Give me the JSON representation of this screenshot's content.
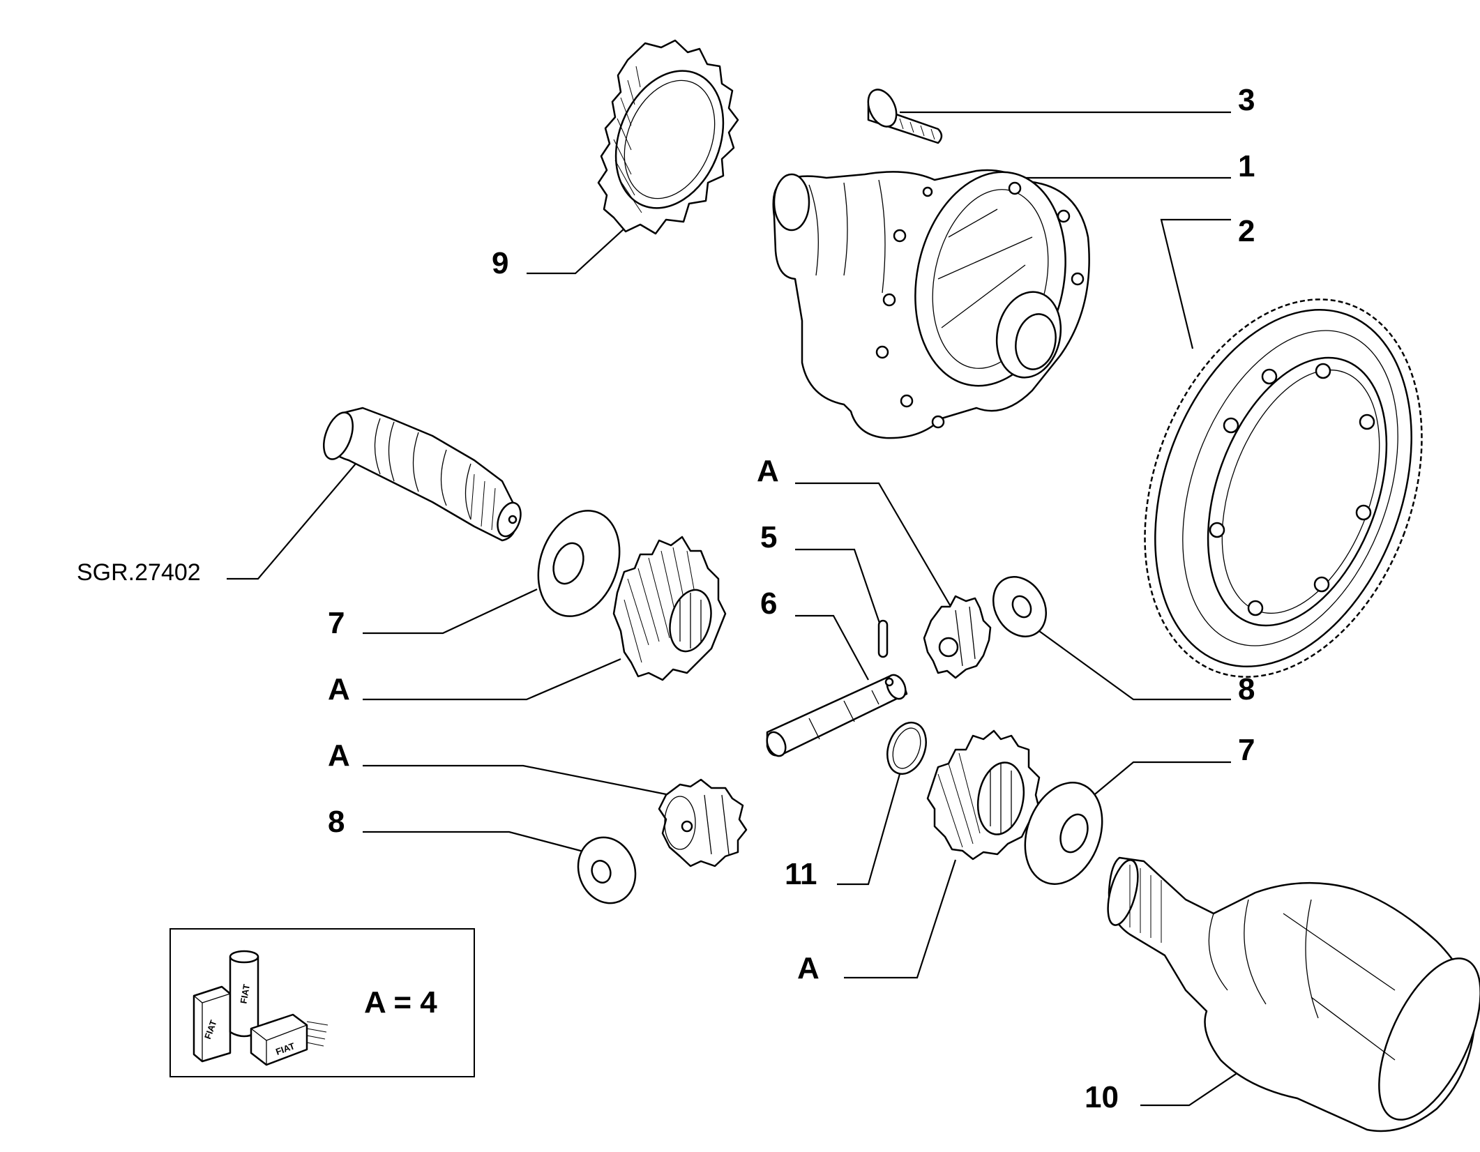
{
  "callouts": {
    "c3": "3",
    "c1": "1",
    "c2": "2",
    "c9": "9",
    "ref": "SGR.27402",
    "c7_left": "7",
    "cA_left1": "A",
    "cA_left2": "A",
    "c8_left": "8",
    "cA_center": "A",
    "c5": "5",
    "c6": "6",
    "c8_right": "8",
    "c7_right": "7",
    "c11": "11",
    "cA_bottom": "A",
    "c10": "10"
  },
  "legend": {
    "text": "A = 4",
    "brand": "FIAT"
  }
}
